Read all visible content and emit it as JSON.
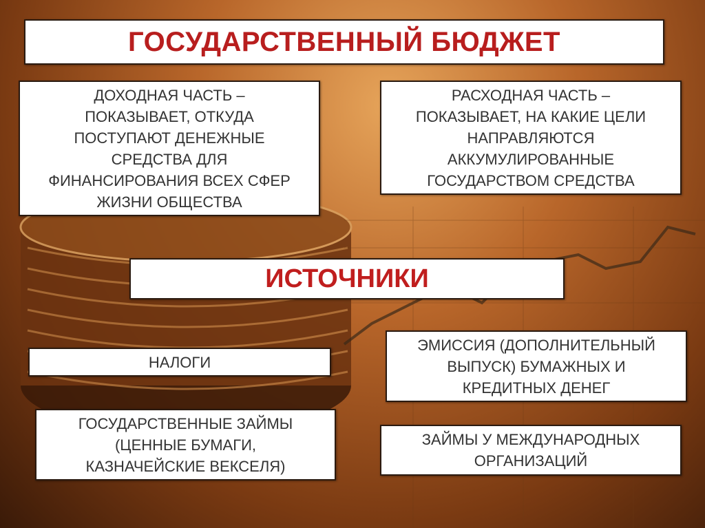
{
  "title": "ГОСУДАРСТВЕННЫЙ БЮДЖЕТ",
  "income": "ДОХОДНАЯ ЧАСТЬ –\nПОКАЗЫВАЕТ, ОТКУДА\nПОСТУПАЮТ ДЕНЕЖНЫЕ\nСРЕДСТВА ДЛЯ\nФИНАНСИРОВАНИЯ ВСЕХ СФЕР\nЖИЗНИ ОБЩЕСТВА",
  "expense": "РАСХОДНАЯ ЧАСТЬ –\nПОКАЗЫВАЕТ, НА КАКИЕ ЦЕЛИ\nНАПРАВЛЯЮТСЯ\nАККУМУЛИРОВАННЫЕ\nГОСУДАРСТВОМ СРЕДСТВА",
  "sources_title": "ИСТОЧНИКИ",
  "sources": {
    "taxes": "НАЛОГИ",
    "emission": "ЭМИССИЯ (ДОПОЛНИТЕЛЬНЫЙ\nВЫПУСК) БУМАЖНЫХ И\nКРЕДИТНЫХ ДЕНЕГ",
    "state_loans": "ГОСУДАРСТВЕННЫЕ ЗАЙМЫ\n(ЦЕННЫЕ БУМАГИ,\nКАЗНАЧЕЙСКИЕ ВЕКСЕЛЯ)",
    "intl_loans": "ЗАЙМЫ У МЕЖДУНАРОДНЫХ\nОРГАНИЗАЦИЙ"
  },
  "colors": {
    "title_red": "#b81e1e",
    "text": "#333333"
  },
  "background": "coins-stock-chart-photo"
}
